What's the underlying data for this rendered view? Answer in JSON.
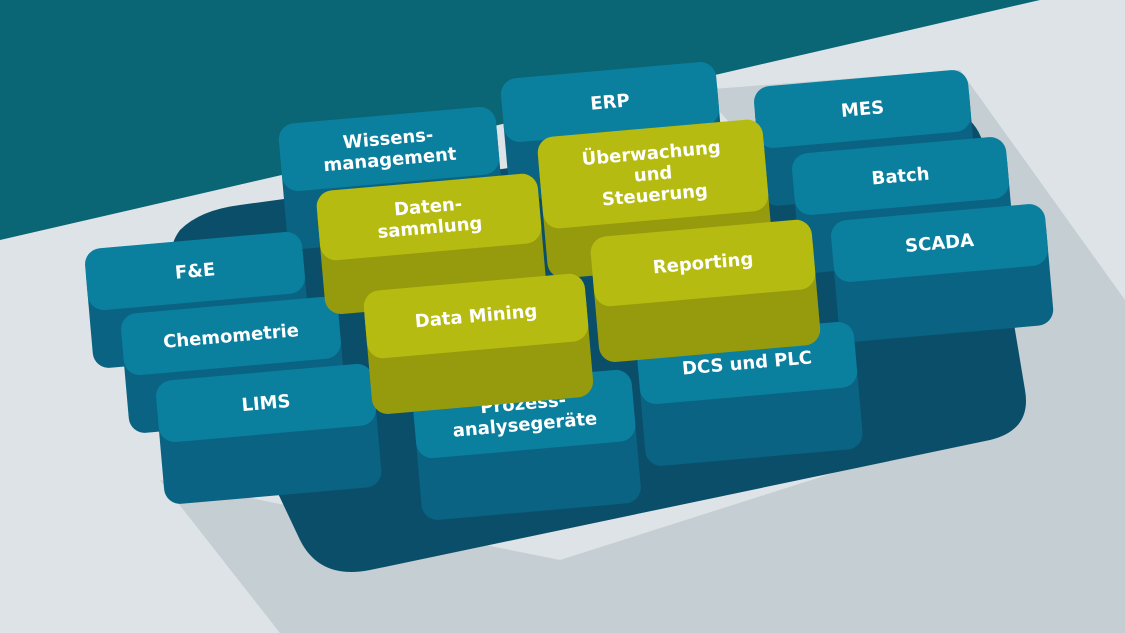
{
  "colors": {
    "background_top": "#0a6674",
    "background_light": "#dde3e6",
    "shadow": "#c4ced3",
    "tray": "#0b4e6a",
    "teal_face": "#0a7f9e",
    "teal_side": "#0a6383",
    "lime_face": "#b5bb10",
    "lime_side": "#969a0d",
    "label_text": "#ffffff"
  },
  "keys": [
    {
      "id": "wissensmanagement",
      "lines": [
        "Wissens-",
        "management"
      ],
      "style": "teal"
    },
    {
      "id": "erp",
      "lines": [
        "ERP"
      ],
      "style": "teal"
    },
    {
      "id": "mes",
      "lines": [
        "MES"
      ],
      "style": "teal"
    },
    {
      "id": "batch",
      "lines": [
        "Batch"
      ],
      "style": "teal"
    },
    {
      "id": "scada",
      "lines": [
        "SCADA"
      ],
      "style": "teal"
    },
    {
      "id": "fe",
      "lines": [
        "F&E"
      ],
      "style": "teal"
    },
    {
      "id": "chemometrie",
      "lines": [
        "Chemometrie"
      ],
      "style": "teal"
    },
    {
      "id": "lims",
      "lines": [
        "LIMS"
      ],
      "style": "teal"
    },
    {
      "id": "prozessanalysegeraete",
      "lines": [
        "Prozess-",
        "analysegeräte"
      ],
      "style": "teal"
    },
    {
      "id": "dcs-und-plc",
      "lines": [
        "DCS und PLC"
      ],
      "style": "teal"
    },
    {
      "id": "datensammlung",
      "lines": [
        "Daten-",
        "sammlung"
      ],
      "style": "lime"
    },
    {
      "id": "ueberwachung",
      "lines": [
        "Überwachung",
        "und",
        "Steuerung"
      ],
      "style": "lime"
    },
    {
      "id": "data-mining",
      "lines": [
        "Data Mining"
      ],
      "style": "lime"
    },
    {
      "id": "reporting",
      "lines": [
        "Reporting"
      ],
      "style": "lime"
    }
  ]
}
